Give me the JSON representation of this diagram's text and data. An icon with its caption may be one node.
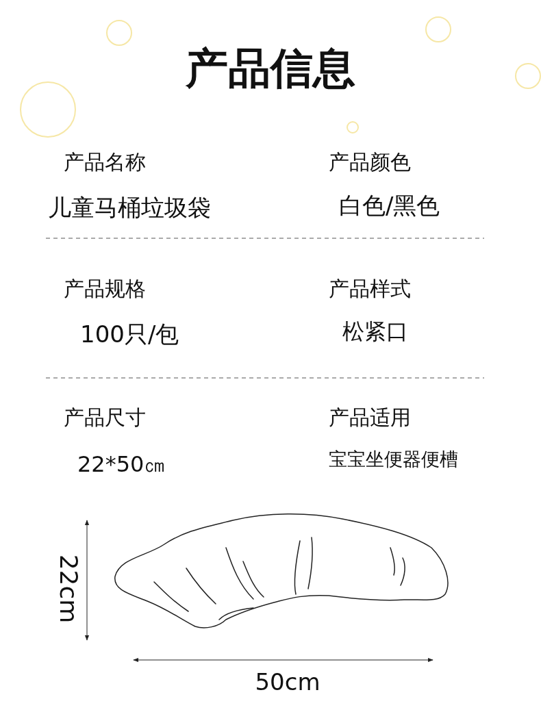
{
  "diagram": {
    "title": "产品信息",
    "labels": [
      "产品名称",
      "产品颜色",
      "儿童马桶垃圾袋",
      "白色/黑色",
      "产品规格",
      "产品样式",
      "100只/包",
      "松紧口",
      "产品尺寸",
      "产品适用",
      "22*50㎝",
      "宝宝坐便器便槽",
      "22cm",
      "50cm"
    ]
  }
}
